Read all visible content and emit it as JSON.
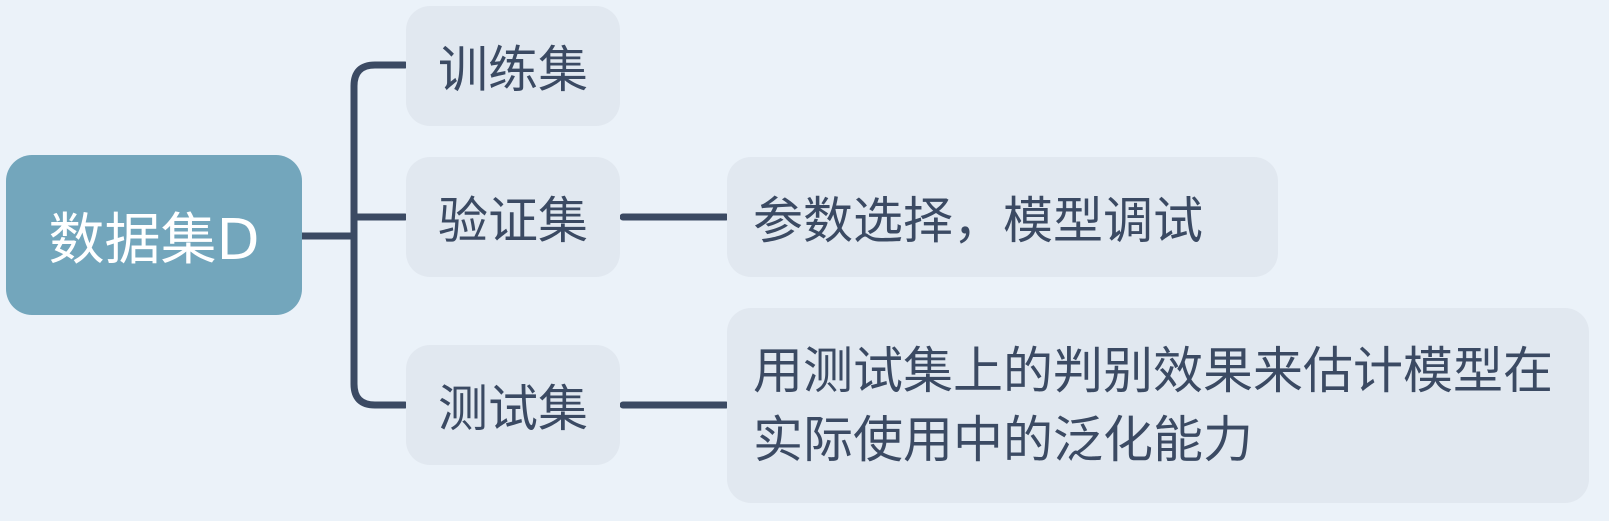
{
  "diagram": {
    "root": {
      "label": "数据集D"
    },
    "children": [
      {
        "label": "训练集"
      },
      {
        "label": "验证集",
        "detail": "参数选择，模型调试"
      },
      {
        "label": "测试集",
        "detail": "用测试集上的判别效果来估计模型在实际使用中的泛化能力"
      }
    ]
  },
  "colors": {
    "background": "#ebf2f9",
    "root_fill": "#73a6bc",
    "node_fill": "#e1e8f0",
    "text": "#3b4a63",
    "connector": "#3b4a63"
  }
}
